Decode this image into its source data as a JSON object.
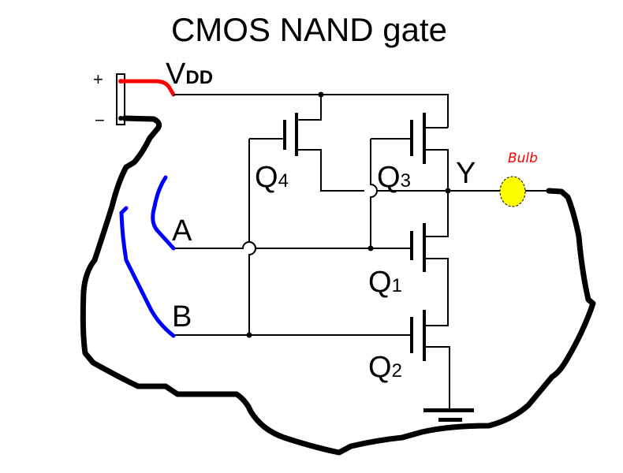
{
  "title": "CMOS  NAND gate",
  "supply": {
    "label_main": "V",
    "label_sub": "DD",
    "battery_plus": "+",
    "battery_minus": "−"
  },
  "inputs": [
    {
      "id": "A",
      "label": "A"
    },
    {
      "id": "B",
      "label": "B"
    }
  ],
  "output": {
    "label": "Y"
  },
  "transistors": [
    {
      "id": "Q4",
      "letter": "Q",
      "index": "4",
      "type": "pmos",
      "gate": "B"
    },
    {
      "id": "Q3",
      "letter": "Q",
      "index": "3",
      "type": "pmos",
      "gate": "A"
    },
    {
      "id": "Q1",
      "letter": "Q",
      "index": "1",
      "type": "nmos",
      "gate": "A"
    },
    {
      "id": "Q2",
      "letter": "Q",
      "index": "2",
      "type": "nmos",
      "gate": "B"
    }
  ],
  "load": {
    "label": "Bulb",
    "color": "#ffff00"
  },
  "annotation_colors": {
    "supply_wire": "#ff0000",
    "input_switches": "#0000ff",
    "return_wire": "#000000"
  }
}
